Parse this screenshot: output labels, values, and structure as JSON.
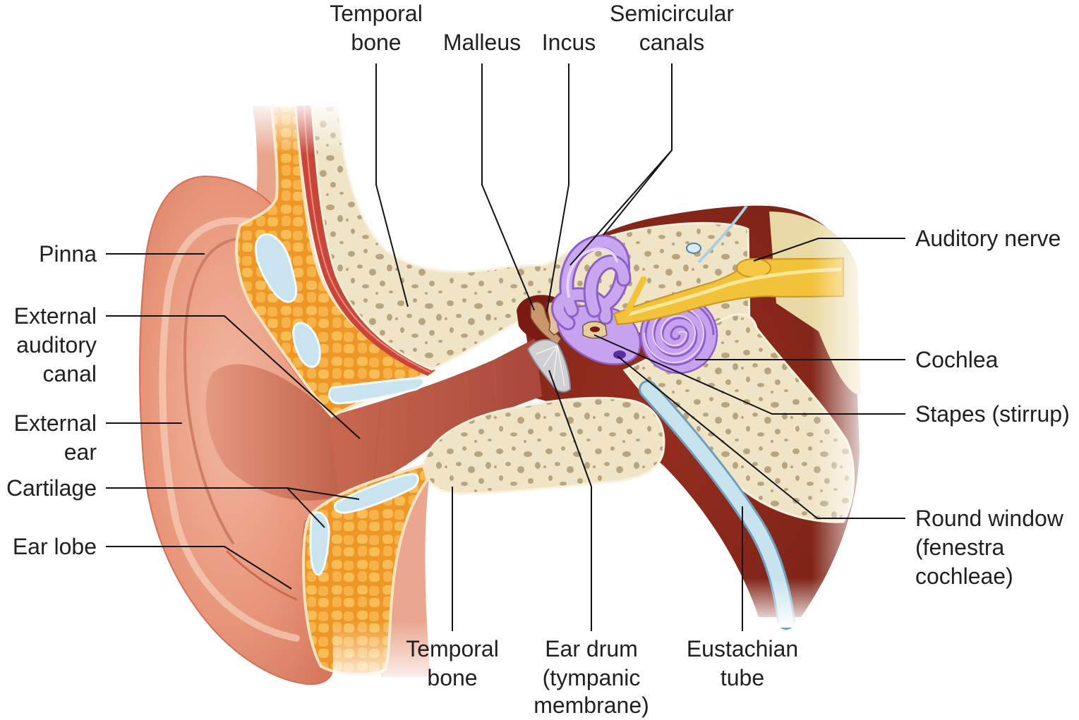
{
  "figure": {
    "labels": {
      "temporal_bone_top": {
        "line1": "Temporal",
        "line2": "bone"
      },
      "malleus": {
        "line1": "Malleus"
      },
      "incus": {
        "line1": "Incus"
      },
      "semicircular_canals": {
        "line1": "Semicircular",
        "line2": "canals"
      },
      "auditory_nerve": {
        "line1": "Auditory nerve"
      },
      "pinna": {
        "line1": "Pinna"
      },
      "external_auditory_canal": {
        "line1": "External",
        "line2": "auditory",
        "line3": "canal"
      },
      "external_ear": {
        "line1": "External",
        "line2": "ear"
      },
      "cartilage": {
        "line1": "Cartilage"
      },
      "ear_lobe": {
        "line1": "Ear lobe"
      },
      "cochlea": {
        "line1": "Cochlea"
      },
      "stapes": {
        "line1": "Stapes (stirrup)"
      },
      "round_window": {
        "line1": "Round window",
        "line2": "(fenestra",
        "line3": "cochleae)"
      },
      "temporal_bone_bottom": {
        "line1": "Temporal",
        "line2": "bone"
      },
      "ear_drum": {
        "line1": "Ear drum",
        "line2": "(tympanic",
        "line3": "membrane)"
      },
      "eustachian_tube": {
        "line1": "Eustachian",
        "line2": "tube"
      }
    },
    "colors": {
      "skin": "#e8967a",
      "bone": "#efe4c6",
      "cartilage": "#ee9626",
      "inner_ear": "#c7a2ee",
      "nerve": "#f2c23a",
      "tissue": "#8f2c1f",
      "eustachian_tube": "#c6e3ee",
      "label_text": "#231f20"
    }
  }
}
